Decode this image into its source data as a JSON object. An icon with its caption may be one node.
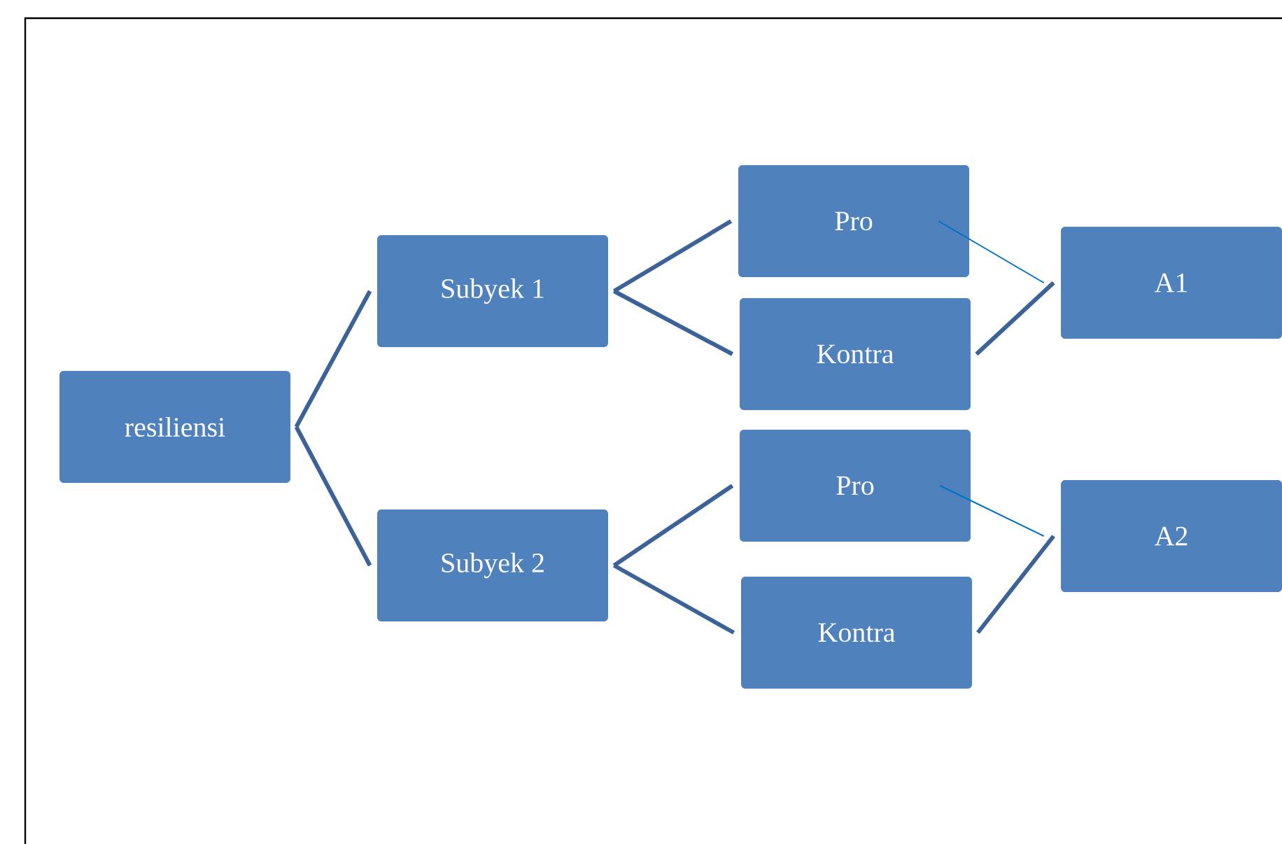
{
  "diagram": {
    "nodes": [
      {
        "text": [
          "resiliensi"
        ]
      },
      {
        "text": [
          "Subyek 1"
        ]
      },
      {
        "text": [
          "Subyek 2"
        ]
      },
      {
        "text": [
          "Pro"
        ]
      },
      {
        "text": [
          "Kontra"
        ]
      },
      {
        "text": [
          "Pro"
        ]
      },
      {
        "text": [
          "Kontra"
        ]
      },
      {
        "text": [
          "A1"
        ]
      },
      {
        "text": [
          "A2"
        ]
      }
    ],
    "edges": [
      {
        "from": 0,
        "to": 1,
        "arrow": "none"
      },
      {
        "from": 0,
        "to": 2,
        "arrow": "none"
      },
      {
        "from": 1,
        "to": 3,
        "arrow": "none"
      },
      {
        "from": 1,
        "to": 4,
        "arrow": "none"
      },
      {
        "from": 2,
        "to": 5,
        "arrow": "none"
      },
      {
        "from": 2,
        "to": 6,
        "arrow": "none"
      },
      {
        "from": 3,
        "to": 7,
        "arrow": "none",
        "color": "#0070c0"
      },
      {
        "from": 4,
        "to": 7,
        "arrow": "none"
      },
      {
        "from": 5,
        "to": 8,
        "arrow": "none",
        "color": "#0070c0"
      },
      {
        "from": 6,
        "to": 8,
        "arrow": "none"
      }
    ]
  }
}
